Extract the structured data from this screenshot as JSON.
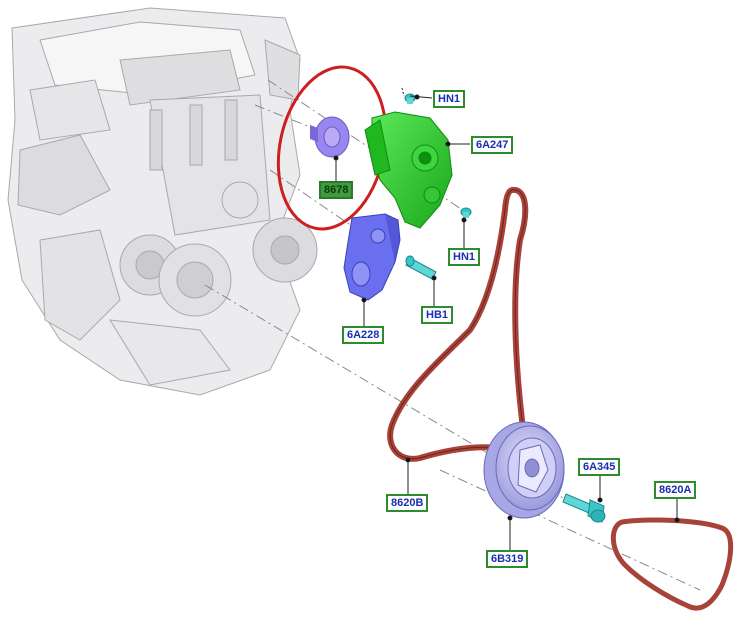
{
  "callouts": {
    "hn1_top": "HN1",
    "c6a247": "6A247",
    "c8678": "8678",
    "hn1_bottom": "HN1",
    "hb1": "HB1",
    "c6a228": "6A228",
    "c8620b": "8620B",
    "c6a345": "6A345",
    "c8620a": "8620A",
    "c6b319": "6B319"
  },
  "colors": {
    "engine": "#e9e9eb",
    "engine_line": "#a9a9ad",
    "tensioner": "#2bd12b",
    "pulley_purple": "#9a86f0",
    "bracket_blue": "#6a6ff0",
    "crank_pulley": "#b8b8f2",
    "belt": "#a8433a",
    "bolt_cyan": "#39c6c9",
    "highlight_ring": "#cc1f1f",
    "label_border": "#2e8b2e",
    "label_text": "#1a2fb0"
  }
}
